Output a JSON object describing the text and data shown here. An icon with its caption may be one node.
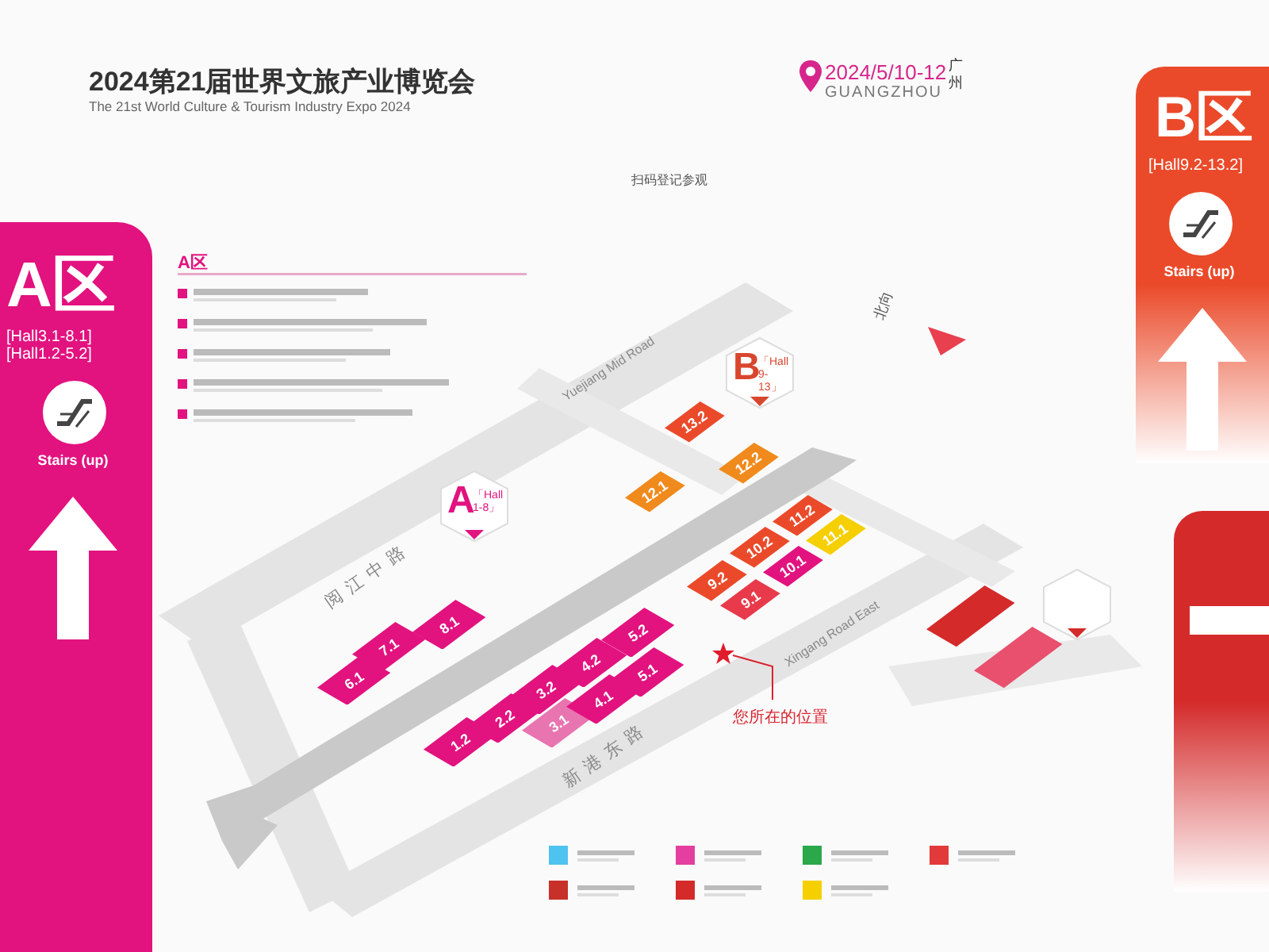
{
  "diagram": {
    "title": "2024第21届世界文旅产业博览会",
    "nodes": [
      {
        "text": [
          "A区",
          "[Hall3.1-8.1]",
          "[Hall1.2-5.2]",
          "Stairs (up)"
        ]
      },
      {
        "text": [
          "B区",
          "[Hall9.2-13.2]",
          "Stairs (up)"
        ]
      },
      {
        "text": [],
        "shape": "box"
      },
      {
        "text": [
          "A",
          "「Hall 1-8」"
        ]
      },
      {
        "text": [
          "B",
          "「Hall 9-13」"
        ]
      },
      {
        "text": [],
        "shape": "hexagon"
      },
      {
        "text": [
          "6.1"
        ]
      },
      {
        "text": [
          "7.1"
        ]
      },
      {
        "text": [
          "8.1"
        ]
      },
      {
        "text": [
          "1.2"
        ]
      },
      {
        "text": [
          "2.2"
        ]
      },
      {
        "text": [
          "3.1"
        ]
      },
      {
        "text": [
          "3.2"
        ]
      },
      {
        "text": [
          "4.1"
        ]
      },
      {
        "text": [
          "4.2"
        ]
      },
      {
        "text": [
          "5.1"
        ]
      },
      {
        "text": [
          "5.2"
        ]
      },
      {
        "text": [
          "13.2"
        ]
      },
      {
        "text": [
          "12.2"
        ]
      },
      {
        "text": [
          "12.1"
        ]
      },
      {
        "text": [
          "11.2"
        ]
      },
      {
        "text": [
          "10.2"
        ]
      },
      {
        "text": [
          "9.2"
        ]
      },
      {
        "text": [
          "11.1"
        ]
      },
      {
        "text": [
          "10.1"
        ]
      },
      {
        "text": [
          "9.1"
        ]
      },
      {
        "text": [],
        "shape": "box"
      },
      {
        "text": [],
        "shape": "box"
      },
      {
        "text": [],
        "shape": "star"
      },
      {
        "text": [
          "您所在的位置"
        ]
      }
    ],
    "edges": [
      {
        "from": 29,
        "to": 28,
        "arrow": "none"
      }
    ],
    "labels": [
      "The 21st World Culture & Tourism Industry Expo 2024",
      "扫码登记参观",
      "2024/5/10-12",
      "GUANGZHOU",
      "广州",
      "A区",
      "北向",
      "Yuejiang Mid Road",
      "阅江中路",
      "新港东路",
      "Xingang Road East"
    ]
  }
}
